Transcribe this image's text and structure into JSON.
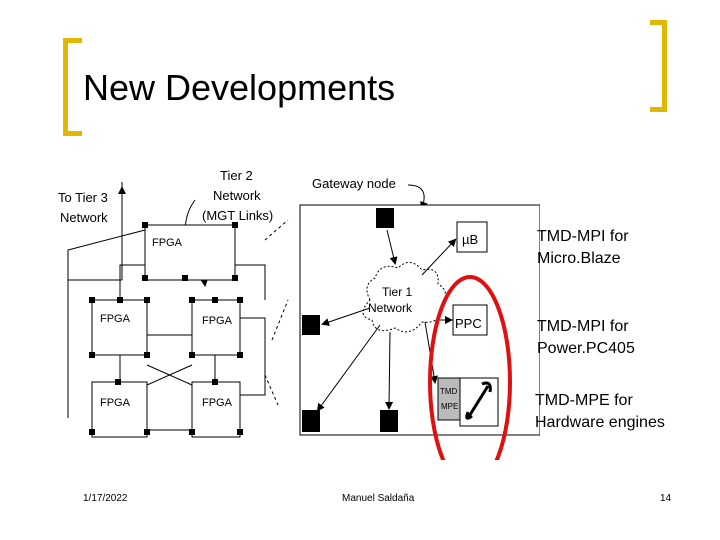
{
  "slide": {
    "title": "New Developments",
    "labels": {
      "microblaze_l1": "TMD-MPI for",
      "microblaze_l2": "Micro.Blaze",
      "ppc_l1": "TMD-MPI for",
      "ppc_l2": "Power.PC405",
      "hw_l1": "TMD-MPE for",
      "hw_l2": "Hardware engines"
    },
    "footer": {
      "date": "1/17/2022",
      "author": "Manuel Saldaña",
      "page": "14"
    }
  },
  "diagram": {
    "to_tier3_l1": "To Tier 3",
    "to_tier3_l2": "Network",
    "tier2_l1": "Tier 2",
    "tier2_l2": "Network",
    "tier2_l3": "(MGT Links)",
    "gateway": "Gateway node",
    "fpga": "FPGA",
    "tier1_l1": "Tier 1",
    "tier1_l2": "Network",
    "ub": "µB",
    "ppc": "PPC",
    "tmd": "TMD",
    "mpe": "MPE",
    "highlight_color": "#e01010",
    "accent_color": "#e0b800"
  }
}
